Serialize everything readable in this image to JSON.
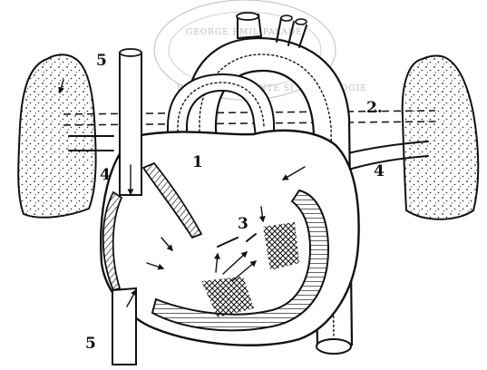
{
  "labels": {
    "one": "1",
    "two": "2.",
    "three": "3",
    "four_left": "4",
    "four_right": "4",
    "five_top": "5",
    "five_bottom": "5"
  },
  "watermark": {
    "top_text": "GEORGE EMIL PALADE",
    "bottom_text": "FARMACIE, ȘTIINȚE ȘI TEHNOLOGIE"
  }
}
